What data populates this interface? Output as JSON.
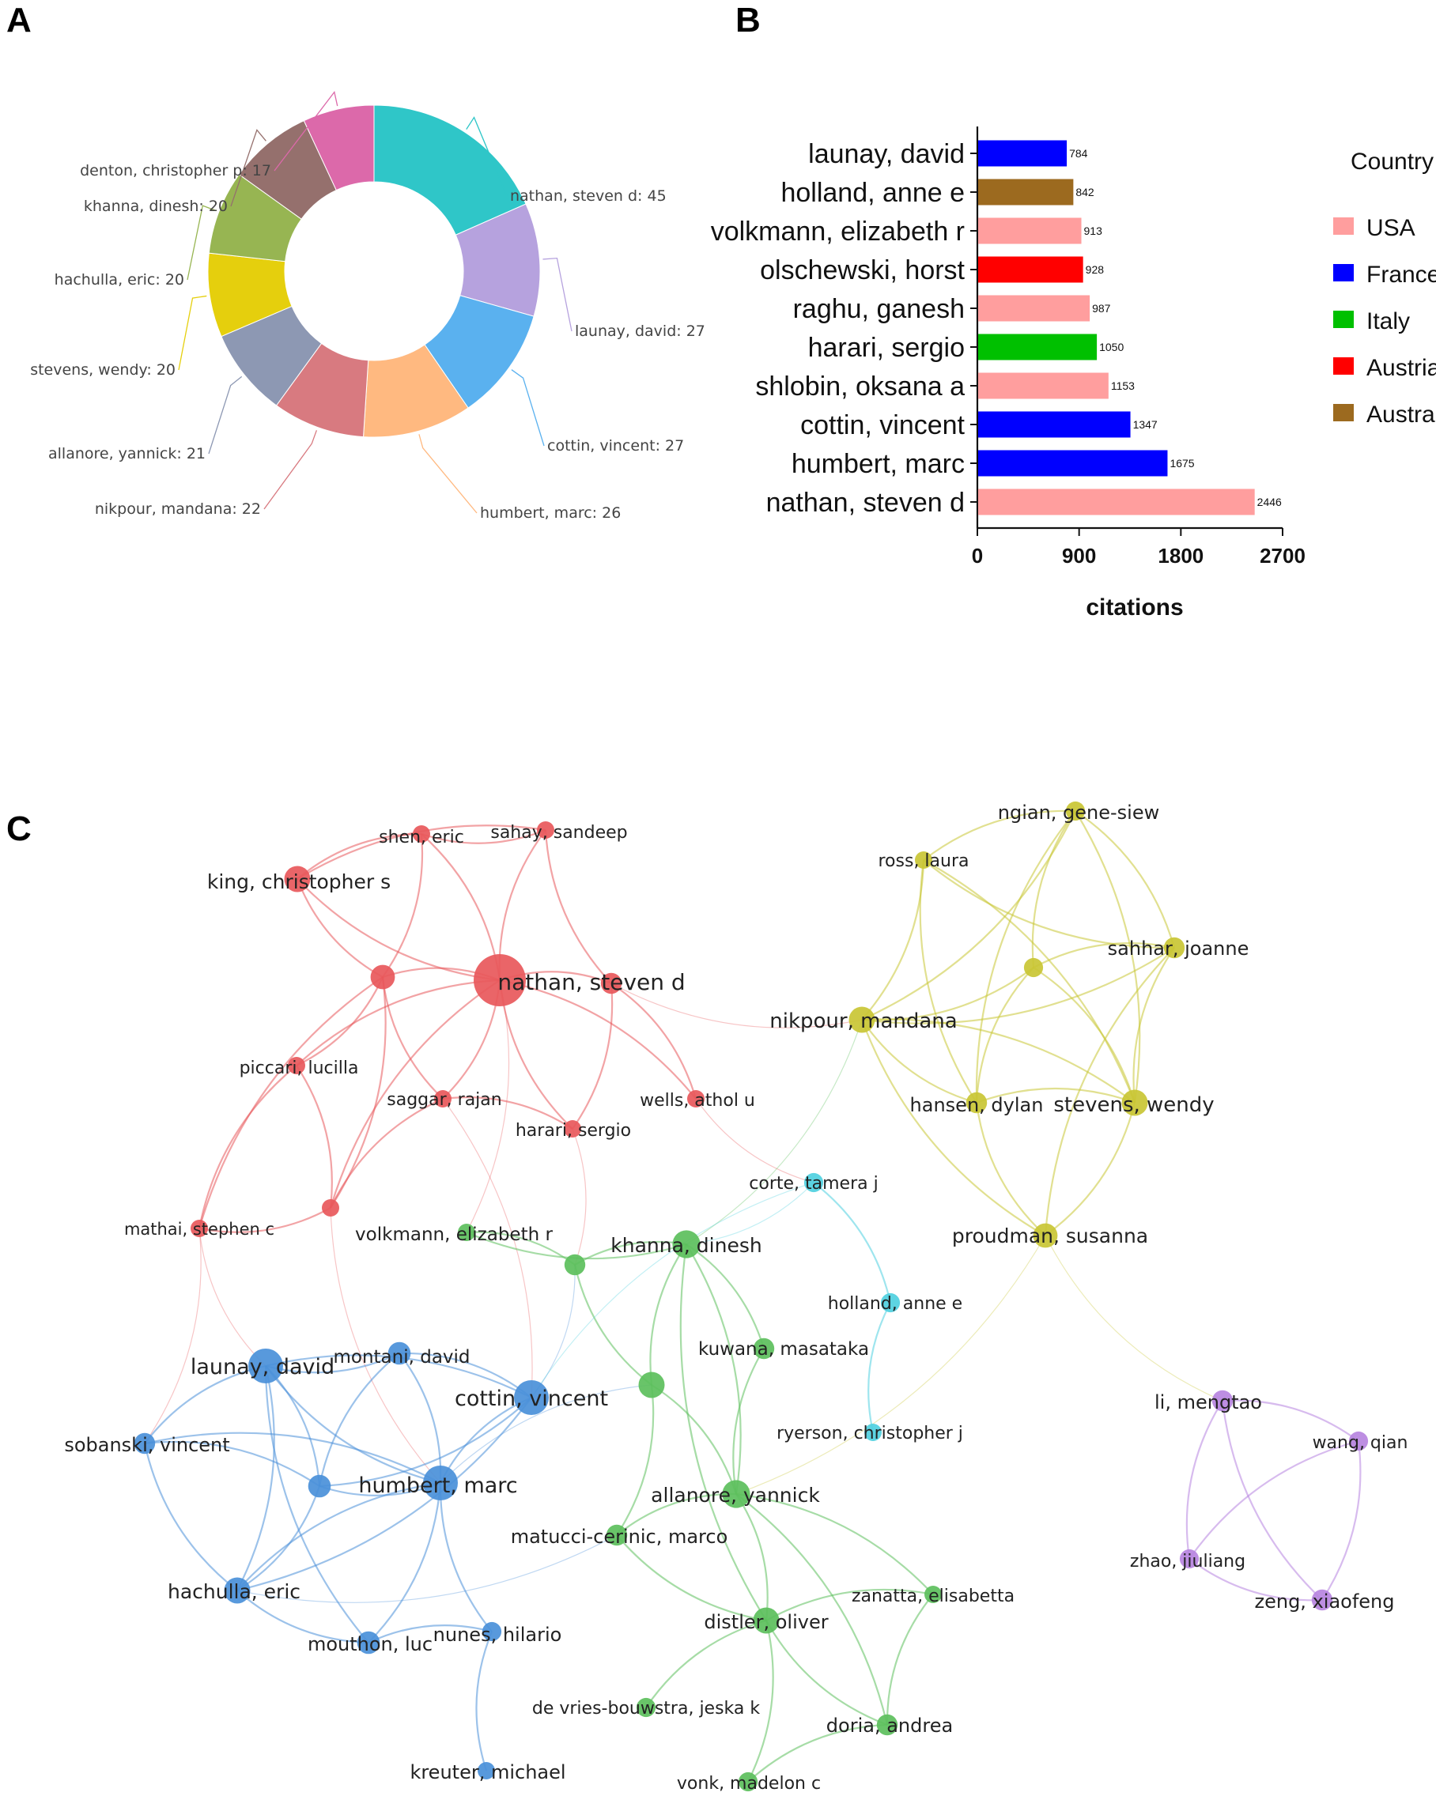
{
  "panels": {
    "a": "A",
    "b": "B",
    "c": "C"
  },
  "chart_data": [
    {
      "type": "pie",
      "variant": "donut",
      "slices": [
        {
          "label": "nathan, steven d: 45",
          "value": 45,
          "color": "#2fc6c8"
        },
        {
          "label": "launay, david: 27",
          "value": 27,
          "color": "#b6a2de"
        },
        {
          "label": "cottin, vincent: 27",
          "value": 27,
          "color": "#5ab1ef"
        },
        {
          "label": "humbert, marc: 26",
          "value": 26,
          "color": "#ffb980"
        },
        {
          "label": "nikpour, mandana: 22",
          "value": 22,
          "color": "#d87a80"
        },
        {
          "label": "allanore, yannick: 21",
          "value": 21,
          "color": "#8d98b3"
        },
        {
          "label": "stevens, wendy: 20",
          "value": 20,
          "color": "#e5cf0d"
        },
        {
          "label": "hachulla, eric: 20",
          "value": 20,
          "color": "#97b552"
        },
        {
          "label": "khanna, dinesh: 20",
          "value": 20,
          "color": "#95706d"
        },
        {
          "label": "denton, christopher p: 17",
          "value": 17,
          "color": "#dc69aa"
        }
      ]
    },
    {
      "type": "bar",
      "orientation": "horizontal",
      "categories": [
        "launay, david",
        "holland, anne e",
        "volkmann, elizabeth r",
        "olschewski, horst",
        "raghu, ganesh",
        "harari, sergio",
        "shlobin, oksana a",
        "cottin, vincent",
        "humbert, marc",
        "nathan, steven d"
      ],
      "values": [
        784,
        842,
        913,
        928,
        987,
        1050,
        1153,
        1347,
        1675,
        2446
      ],
      "value_labels": [
        "784",
        "842",
        "913",
        "928",
        "987",
        "1050",
        "1153",
        "1347",
        "1675",
        "2446"
      ],
      "country": [
        "France",
        "Australia",
        "USA",
        "Austria",
        "USA",
        "Italy",
        "USA",
        "France",
        "France",
        "USA"
      ],
      "xlabel": "citations",
      "xlim": [
        0,
        2700
      ],
      "xticks": [
        "0",
        "900",
        "1800",
        "2700"
      ],
      "legend": {
        "title": "Country",
        "position": "right",
        "entries": [
          {
            "name": "USA",
            "color": "#ff9e9e"
          },
          {
            "name": "France",
            "color": "#0000ff"
          },
          {
            "name": "Italy",
            "color": "#00c000"
          },
          {
            "name": "Austria",
            "color": "#ff0000"
          },
          {
            "name": "Australia",
            "color": "#9c6a1f"
          }
        ]
      }
    },
    {
      "type": "network",
      "clusters": {
        "red": "#e8585b",
        "blue": "#4a90d9",
        "green": "#5cbf5c",
        "yellow": "#c9c634",
        "cyan": "#4fd0e0",
        "purple": "#b784e0"
      },
      "nodes": [
        {
          "id": "n1",
          "label": "nathan, steven d",
          "cluster": "red",
          "weight": 3
        },
        {
          "id": "n2",
          "label": "king, christopher s",
          "cluster": "red",
          "weight": 1.5
        },
        {
          "id": "n3",
          "label": "shen, eric",
          "cluster": "red",
          "weight": 1
        },
        {
          "id": "n4",
          "label": "sahay, sandeep",
          "cluster": "red",
          "weight": 1
        },
        {
          "id": "n5",
          "label": "",
          "cluster": "red",
          "weight": 1.4
        },
        {
          "id": "n6",
          "label": "",
          "cluster": "red",
          "weight": 1.2
        },
        {
          "id": "n7",
          "label": "piccari, lucilla",
          "cluster": "red",
          "weight": 1
        },
        {
          "id": "n8",
          "label": "saggar, rajan",
          "cluster": "red",
          "weight": 1
        },
        {
          "id": "n9",
          "label": "harari, sergio",
          "cluster": "red",
          "weight": 1
        },
        {
          "id": "n10",
          "label": "wells, athol u",
          "cluster": "red",
          "weight": 1
        },
        {
          "id": "n11",
          "label": "",
          "cluster": "red",
          "weight": 1
        },
        {
          "id": "n12",
          "label": "mathai, stephen c",
          "cluster": "red",
          "weight": 1
        },
        {
          "id": "b1",
          "label": "launay, david",
          "cluster": "blue",
          "weight": 2
        },
        {
          "id": "b2",
          "label": "montani, david",
          "cluster": "blue",
          "weight": 1.3
        },
        {
          "id": "b3",
          "label": "cottin, vincent",
          "cluster": "blue",
          "weight": 2
        },
        {
          "id": "b4",
          "label": "sobanski, vincent",
          "cluster": "blue",
          "weight": 1.2
        },
        {
          "id": "b5",
          "label": "",
          "cluster": "blue",
          "weight": 1.3
        },
        {
          "id": "b6",
          "label": "humbert, marc",
          "cluster": "blue",
          "weight": 2
        },
        {
          "id": "b7",
          "label": "hachulla, eric",
          "cluster": "blue",
          "weight": 1.5
        },
        {
          "id": "b8",
          "label": "mouthon, luc",
          "cluster": "blue",
          "weight": 1.3
        },
        {
          "id": "b9",
          "label": "nunes, hilario",
          "cluster": "blue",
          "weight": 1.1
        },
        {
          "id": "b10",
          "label": "kreuter, michael",
          "cluster": "blue",
          "weight": 1
        },
        {
          "id": "g1",
          "label": "volkmann, elizabeth r",
          "cluster": "green",
          "weight": 1
        },
        {
          "id": "g2",
          "label": "",
          "cluster": "green",
          "weight": 1.2
        },
        {
          "id": "g3",
          "label": "khanna, dinesh",
          "cluster": "green",
          "weight": 1.6
        },
        {
          "id": "g4",
          "label": "kuwana, masataka",
          "cluster": "green",
          "weight": 1.2
        },
        {
          "id": "g5",
          "label": "",
          "cluster": "green",
          "weight": 1.5
        },
        {
          "id": "g6",
          "label": "allanore, yannick",
          "cluster": "green",
          "weight": 1.6
        },
        {
          "id": "g7",
          "label": "matucci-cerinic, marco",
          "cluster": "green",
          "weight": 1.2
        },
        {
          "id": "g8",
          "label": "zanatta, elisabetta",
          "cluster": "green",
          "weight": 1
        },
        {
          "id": "g9",
          "label": "distler, oliver",
          "cluster": "green",
          "weight": 1.5
        },
        {
          "id": "g10",
          "label": "de vries-bouwstra, jeska k",
          "cluster": "green",
          "weight": 1.1
        },
        {
          "id": "g11",
          "label": "doria, andrea",
          "cluster": "green",
          "weight": 1.2
        },
        {
          "id": "g12",
          "label": "vonk, madelon c",
          "cluster": "green",
          "weight": 1.1
        },
        {
          "id": "y1",
          "label": "ngian, gene-siew",
          "cluster": "yellow",
          "weight": 1.1
        },
        {
          "id": "y2",
          "label": "ross, laura",
          "cluster": "yellow",
          "weight": 1
        },
        {
          "id": "y3",
          "label": "sahhar, joanne",
          "cluster": "yellow",
          "weight": 1.2
        },
        {
          "id": "y4",
          "label": "",
          "cluster": "yellow",
          "weight": 1.1
        },
        {
          "id": "y5",
          "label": "nikpour, mandana",
          "cluster": "yellow",
          "weight": 1.5
        },
        {
          "id": "y6",
          "label": "hansen, dylan",
          "cluster": "yellow",
          "weight": 1.2
        },
        {
          "id": "y7",
          "label": "stevens, wendy",
          "cluster": "yellow",
          "weight": 1.5
        },
        {
          "id": "y8",
          "label": "proudman, susanna",
          "cluster": "yellow",
          "weight": 1.4
        },
        {
          "id": "c1",
          "label": "corte, tamera j",
          "cluster": "cyan",
          "weight": 1.1
        },
        {
          "id": "c2",
          "label": "holland, anne e",
          "cluster": "cyan",
          "weight": 1.1
        },
        {
          "id": "c3",
          "label": "ryerson, christopher j",
          "cluster": "cyan",
          "weight": 1
        },
        {
          "id": "p1",
          "label": "li, mengtao",
          "cluster": "purple",
          "weight": 1.2
        },
        {
          "id": "p2",
          "label": "wang, qian",
          "cluster": "purple",
          "weight": 1.1
        },
        {
          "id": "p3",
          "label": "zhao, jiuliang",
          "cluster": "purple",
          "weight": 1.1
        },
        {
          "id": "p4",
          "label": "zeng, xiaofeng",
          "cluster": "purple",
          "weight": 1.2
        }
      ]
    }
  ]
}
